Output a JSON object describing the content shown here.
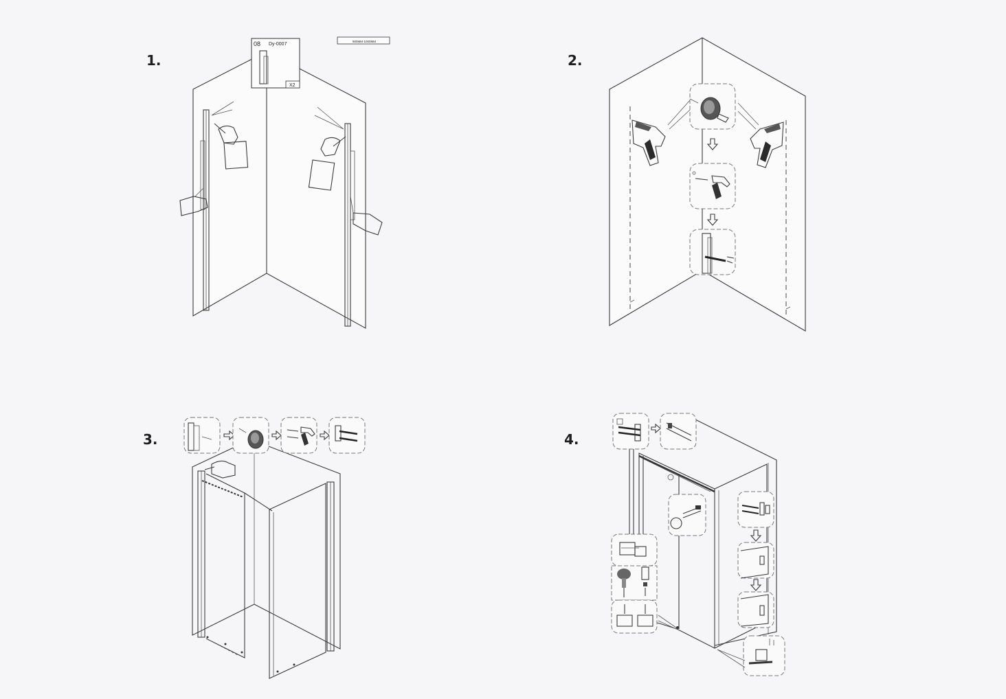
{
  "steps": [
    {
      "number": "1."
    },
    {
      "number": "2."
    },
    {
      "number": "3."
    },
    {
      "number": "4."
    }
  ],
  "part_label": {
    "code": "08",
    "part_id": "Dy-0007",
    "qty": "X2",
    "size": "900MM-1000MM"
  },
  "icons": {
    "drill": "power-drill-icon",
    "hammer": "hammer-icon",
    "hand": "hand-with-pencil-icon",
    "arrow": "arrow-down-icon"
  },
  "colors": {
    "background": "#f6f6f8",
    "line": "#3a3a3a",
    "bubble_border": "#777777"
  }
}
